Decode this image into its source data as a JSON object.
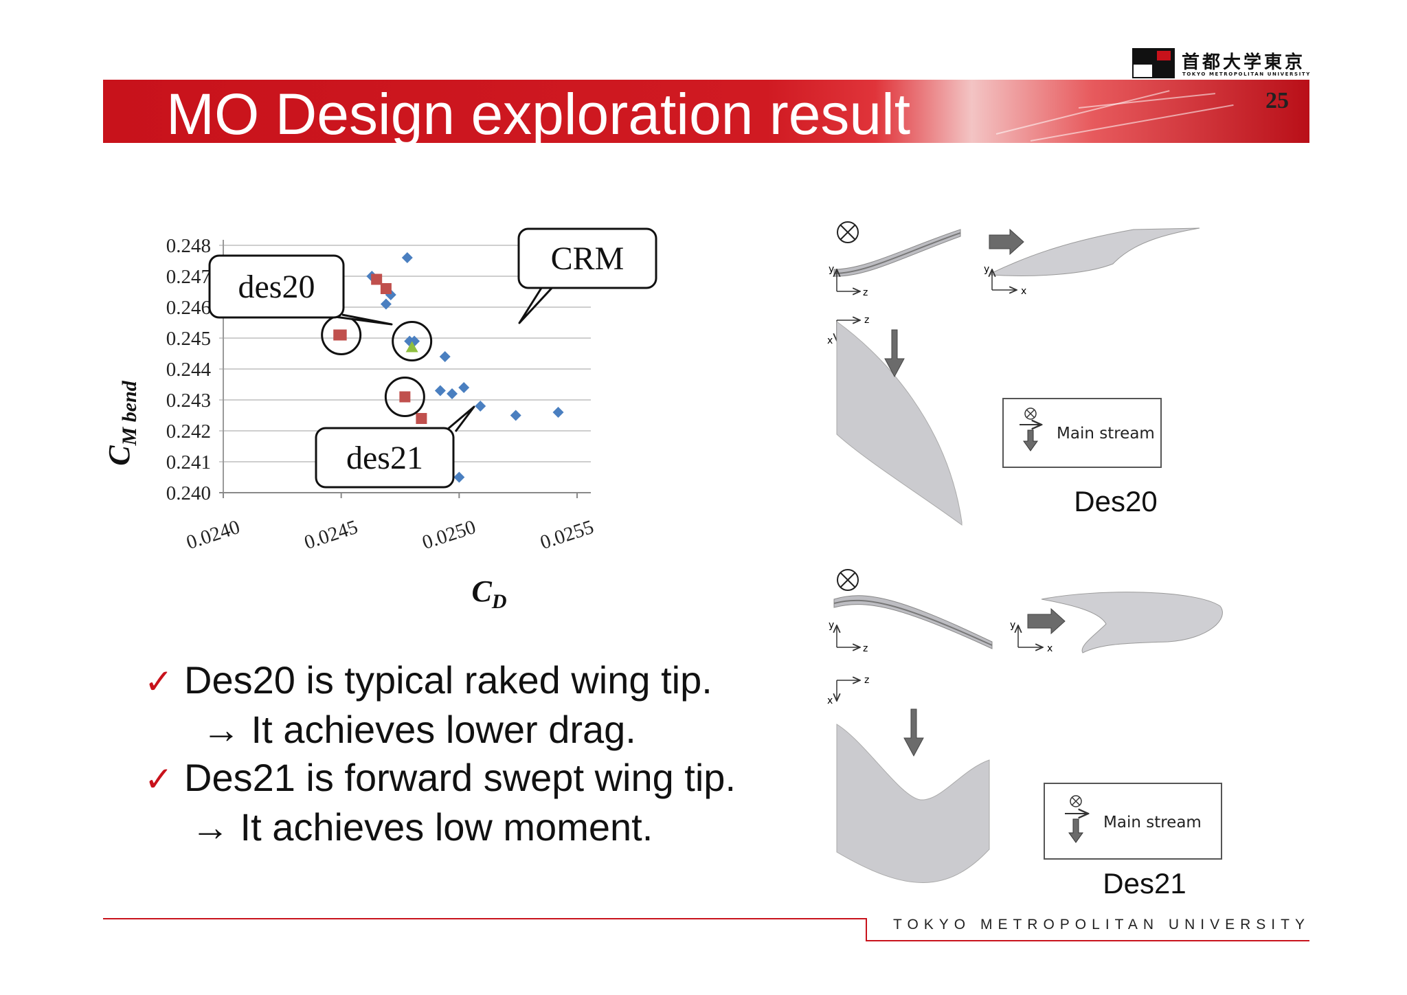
{
  "header": {
    "logo_jp": "首都大学東京",
    "logo_en": "TOKYO METROPOLITAN UNIVERSITY",
    "title": "MO Design exploration result",
    "page_number": "25"
  },
  "chart_data": {
    "type": "scatter",
    "xlabel": "C_D",
    "ylabel": "C_M_bend",
    "xlim": [
      0.024,
      0.0255
    ],
    "ylim": [
      0.24,
      0.248
    ],
    "x_ticks": [
      "0.0240",
      "0.0245",
      "0.0250",
      "0.0255"
    ],
    "y_ticks": [
      "0.248",
      "0.247",
      "0.246",
      "0.245",
      "0.244",
      "0.243",
      "0.242",
      "0.241",
      "0.240"
    ],
    "grid": true,
    "series": [
      {
        "marker": "diamond",
        "color": "#4a7fc0",
        "points": [
          [
            0.02463,
            0.247
          ],
          [
            0.02478,
            0.2476
          ],
          [
            0.02471,
            0.2464
          ],
          [
            0.02469,
            0.2461
          ],
          [
            0.02479,
            0.2449
          ],
          [
            0.02481,
            0.2449
          ],
          [
            0.02494,
            0.2444
          ],
          [
            0.02492,
            0.2433
          ],
          [
            0.02497,
            0.2432
          ],
          [
            0.02502,
            0.2434
          ],
          [
            0.02509,
            0.2428
          ],
          [
            0.02524,
            0.2425
          ],
          [
            0.02542,
            0.2426
          ],
          [
            0.025,
            0.2405
          ]
        ]
      },
      {
        "marker": "square",
        "color": "#c0504d",
        "points": [
          [
            0.02449,
            0.2451
          ],
          [
            0.0245,
            0.2451
          ],
          [
            0.02465,
            0.2469
          ],
          [
            0.02469,
            0.2466
          ],
          [
            0.02477,
            0.2431
          ],
          [
            0.02484,
            0.2424
          ]
        ]
      },
      {
        "marker": "triangle",
        "color": "#8fbf3f",
        "points": [
          [
            0.0248,
            0.2447
          ]
        ]
      }
    ],
    "annotations": [
      {
        "text": "des20",
        "target": [
          0.0245,
          0.2451
        ]
      },
      {
        "text": "CRM",
        "target": [
          0.0248,
          0.2449
        ]
      },
      {
        "text": "des21",
        "target": [
          0.02477,
          0.2431
        ]
      }
    ]
  },
  "bullets": [
    {
      "check": "✓",
      "text": "Des20 is typical raked wing tip."
    },
    {
      "check": "",
      "text": "→ It achieves lower drag."
    },
    {
      "check": "✓",
      "text": "Des21 is forward swept wing tip."
    },
    {
      "check": "",
      "text": "→ It achieves low moment."
    }
  ],
  "shapes": {
    "axis_labels": {
      "x": "x",
      "y": "y",
      "z": "z"
    },
    "legend_text": "Main stream",
    "des20_label": "Des20",
    "des21_label": "Des21",
    "surface_color": "#cfcfd3",
    "arrow_color": "#6b6b6b"
  },
  "footer": {
    "text": "TOKYO METROPOLITAN UNIVERSITY"
  }
}
